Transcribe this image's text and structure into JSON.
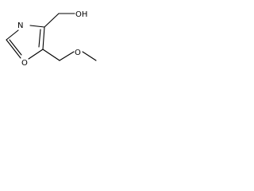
{
  "molecule": {
    "atoms": {
      "ring_nitrogen": "N",
      "ring_oxygen": "O",
      "hydroxyl": "OH",
      "ether_oxygen": "O"
    }
  }
}
